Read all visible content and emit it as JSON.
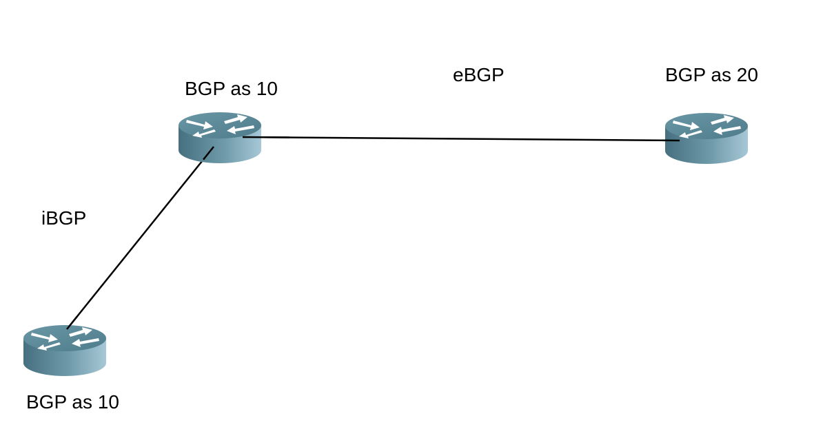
{
  "routers": [
    {
      "id": "r1",
      "label": "BGP as 10",
      "icon": "router-icon"
    },
    {
      "id": "r2",
      "label": "BGP as 20",
      "icon": "router-icon"
    },
    {
      "id": "r3",
      "label": "BGP as 10",
      "icon": "router-icon"
    }
  ],
  "links": [
    {
      "from": "r1",
      "to": "r2",
      "label": "eBGP"
    },
    {
      "from": "r1",
      "to": "r3",
      "label": "iBGP"
    }
  ],
  "colors": {
    "router_top": "#5f8c9b",
    "router_side_dark": "#46707f",
    "router_side_light": "#9cc0cf",
    "arrow": "#ffffff",
    "link": "#000000"
  }
}
